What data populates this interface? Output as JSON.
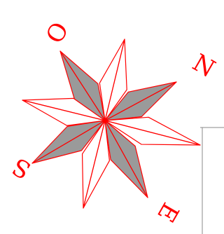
{
  "compass": {
    "labels": {
      "north": "N",
      "south": "S",
      "east": "E",
      "west": "O"
    },
    "colors": {
      "stroke": "#ff0000",
      "light_fill": "#ffffff",
      "dark_fill": "#9a9a9a"
    }
  }
}
